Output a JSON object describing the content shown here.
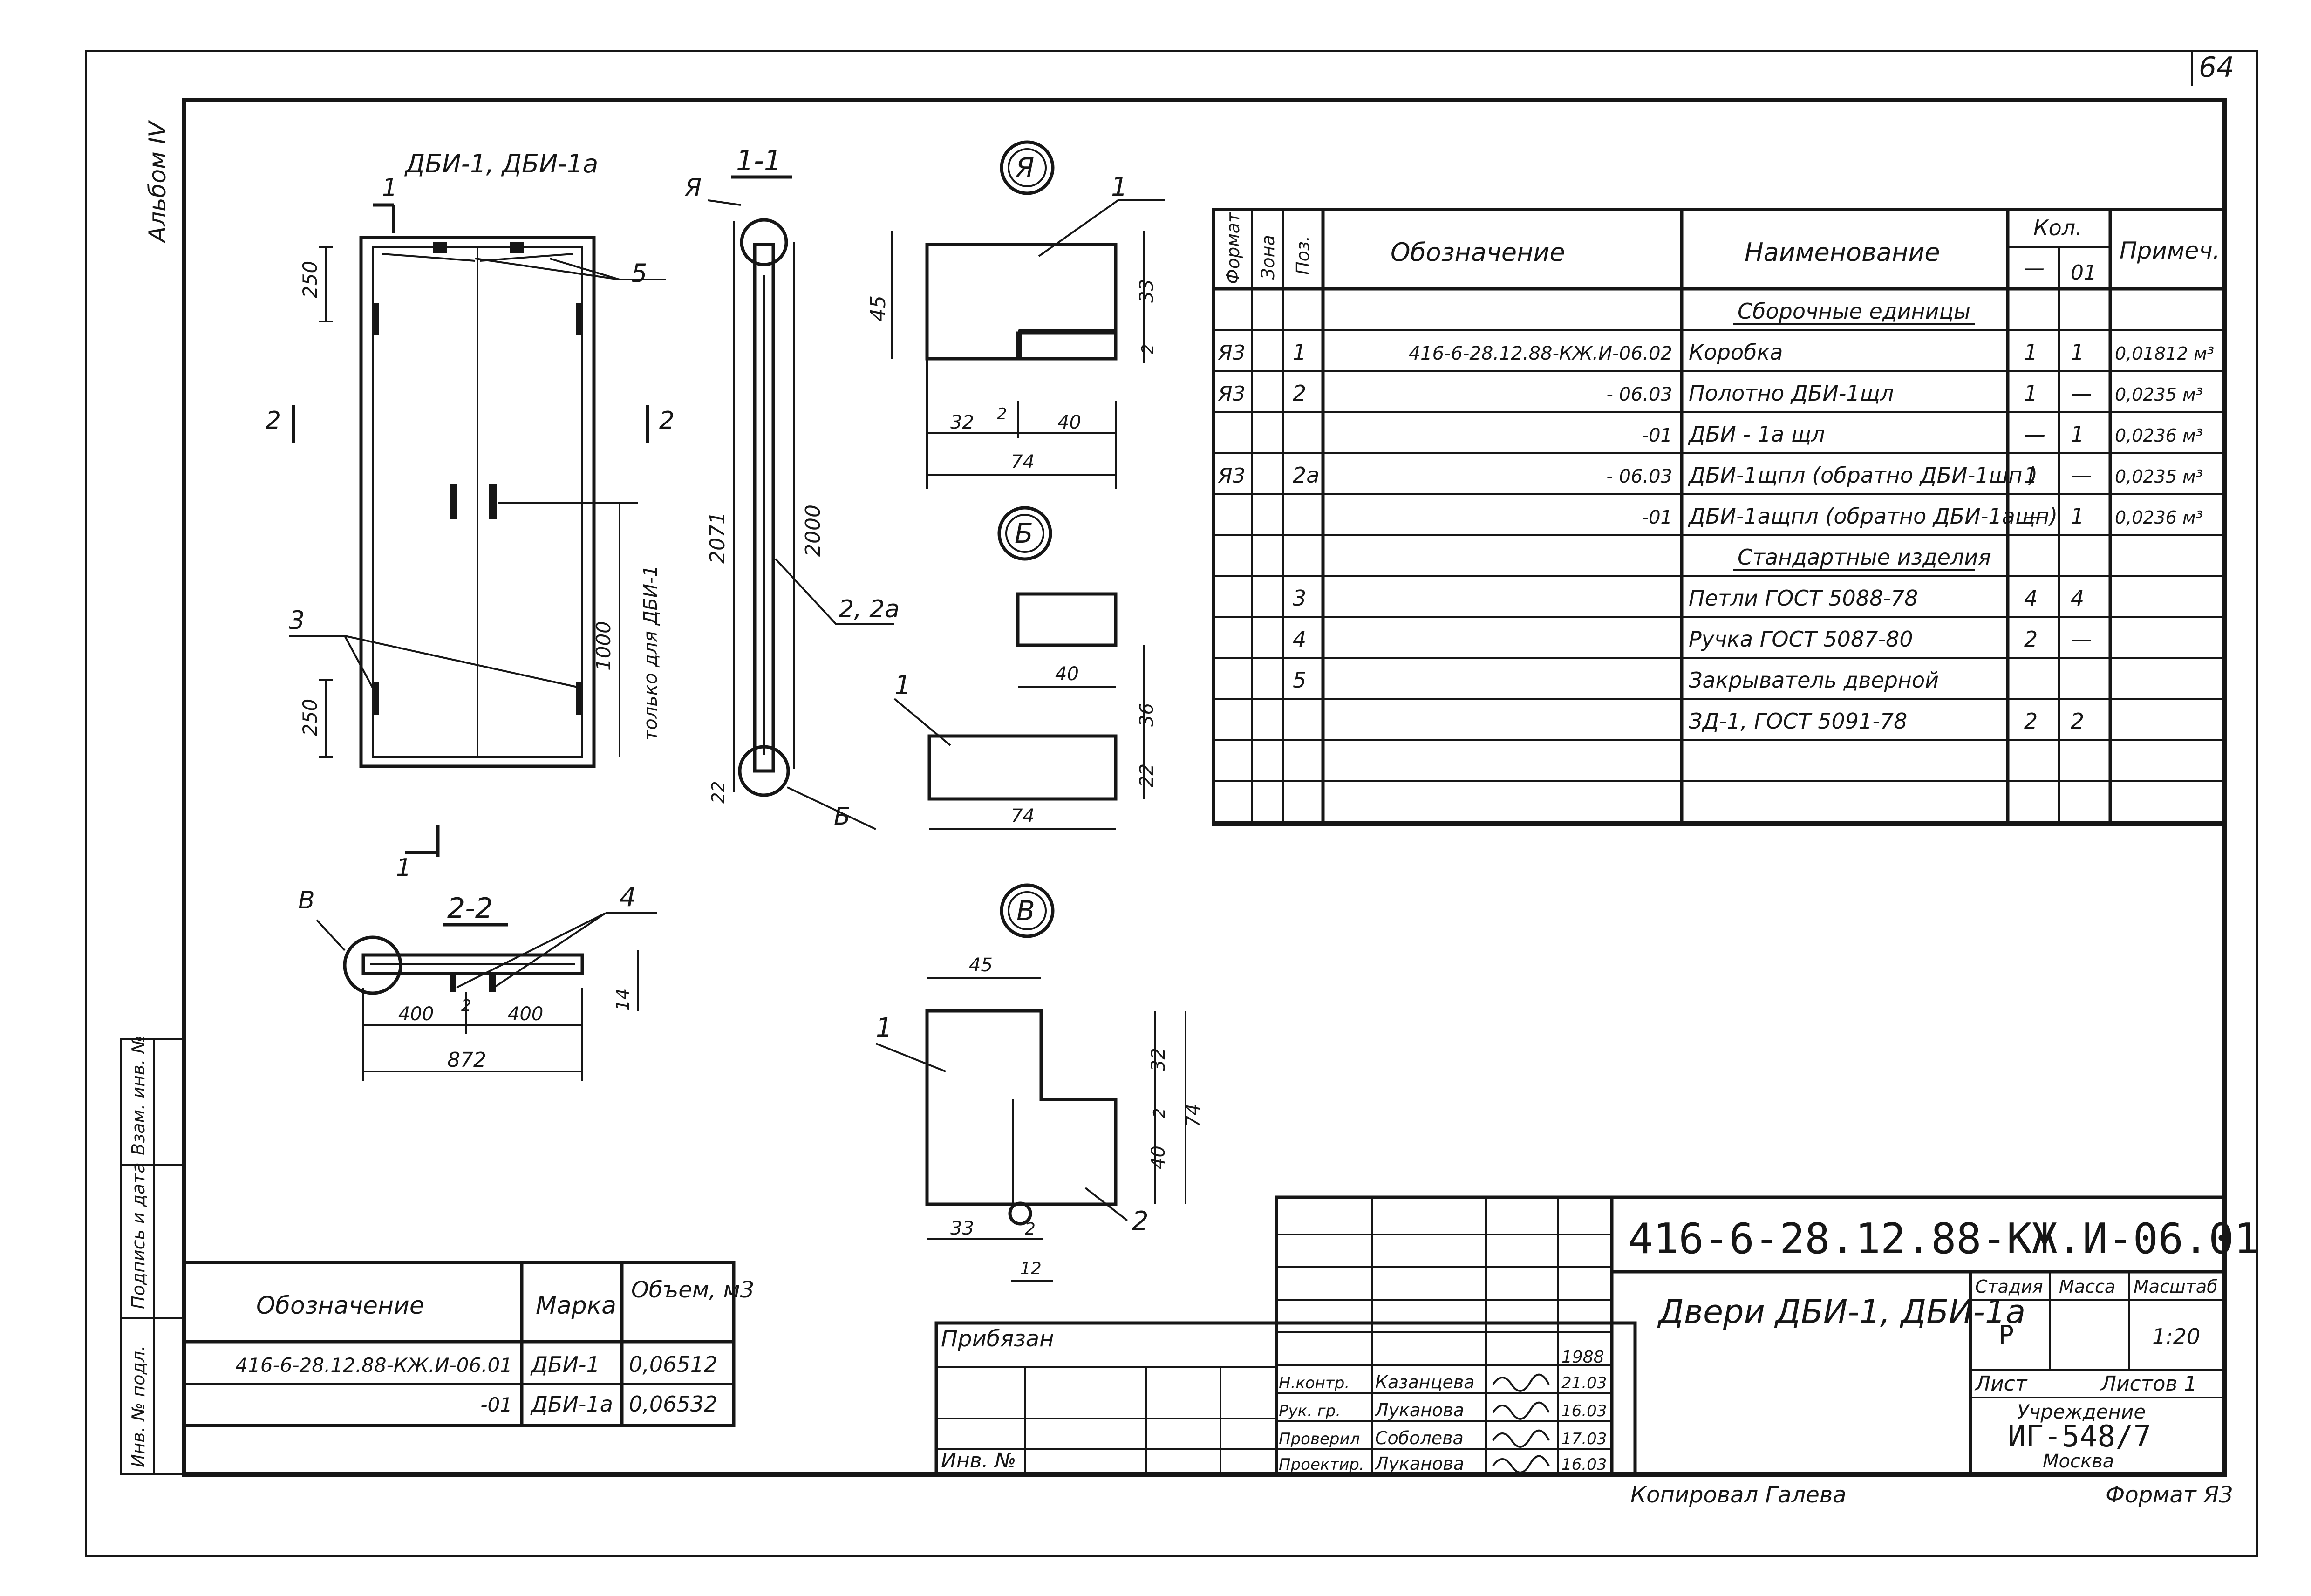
{
  "sheet_number": "64",
  "album_label": "Альбом IV",
  "left_stamp_labels": [
    "Инв. № подл.",
    "Подпись и дата",
    "Взам. инв. №"
  ],
  "door_view": {
    "title": "ДБИ-1, ДБИ-1а",
    "dims": {
      "hinge_top": "250",
      "hinge_bottom": "250",
      "handle_height": "1000",
      "handle_note": "только для ДБИ-1"
    },
    "cut_marks": [
      "1",
      "1",
      "2",
      "2"
    ],
    "callouts": [
      "5",
      "3"
    ]
  },
  "section_1_1": {
    "title": "1-1",
    "ref_a": "Я",
    "ref_b": "Б",
    "dims": [
      "2071",
      "2000",
      "22"
    ],
    "callout": "2, 2а"
  },
  "section_2_2": {
    "title": "2-2",
    "ref_v": "В",
    "dims": [
      "400",
      "2",
      "400",
      "872",
      "14"
    ],
    "callout": "4"
  },
  "detail_A": {
    "label": "Я",
    "dims": [
      "45",
      "33",
      "2",
      "32",
      "2",
      "40",
      "74"
    ],
    "callout": "1"
  },
  "detail_B": {
    "label": "Б",
    "dims": [
      "40",
      "36",
      "22",
      "74"
    ],
    "callout": "1"
  },
  "detail_V": {
    "label": "В",
    "dims": [
      "45",
      "32",
      "2",
      "40",
      "74",
      "33",
      "2",
      "12"
    ],
    "callouts": [
      "1",
      "2"
    ]
  },
  "spec_table": {
    "headers": {
      "format": "Формат",
      "zone": "Зона",
      "pos": "Поз.",
      "designation": "Обозначение",
      "name": "Наименование",
      "qty": "Кол.",
      "qty_a": "—",
      "qty_b": "01",
      "note": "Примеч."
    },
    "rows": [
      {
        "format": "",
        "pos": "",
        "designation": "",
        "name": "Сборочные единицы",
        "qa": "",
        "qb": "",
        "note": "",
        "underline": true
      },
      {
        "format": "Я3",
        "pos": "1",
        "designation": "416-6-28.12.88-КЖ.И-06.02",
        "name": "Коробка",
        "qa": "1",
        "qb": "1",
        "note": "0,01812 м³"
      },
      {
        "format": "Я3",
        "pos": "2",
        "designation": "- 06.03",
        "name": "Полотно    ДБИ-1щл",
        "qa": "1",
        "qb": "—",
        "note": "0,0235 м³"
      },
      {
        "format": "",
        "pos": "",
        "designation": "-01",
        "name": "ДБИ - 1а щл",
        "qa": "—",
        "qb": "1",
        "note": "0,0236 м³"
      },
      {
        "format": "Я3",
        "pos": "2а",
        "designation": "- 06.03",
        "name": "ДБИ-1щпл (обратно ДБИ-1шп )",
        "qa": "1",
        "qb": "—",
        "note": "0,0235 м³"
      },
      {
        "format": "",
        "pos": "",
        "designation": "-01",
        "name": "ДБИ-1ащпл (обратно ДБИ-1ащп)",
        "qa": "—",
        "qb": "1",
        "note": "0,0236 м³"
      },
      {
        "format": "",
        "pos": "",
        "designation": "",
        "name": "Стандартные изделия",
        "qa": "",
        "qb": "",
        "note": "",
        "underline": true
      },
      {
        "format": "",
        "pos": "3",
        "designation": "",
        "name": "Петли ГОСТ 5088-78",
        "qa": "4",
        "qb": "4",
        "note": ""
      },
      {
        "format": "",
        "pos": "4",
        "designation": "",
        "name": "Ручка ГОСТ 5087-80",
        "qa": "2",
        "qb": "—",
        "note": ""
      },
      {
        "format": "",
        "pos": "5",
        "designation": "",
        "name": "Закрыватель дверной",
        "qa": "",
        "qb": "",
        "note": ""
      },
      {
        "format": "",
        "pos": "",
        "designation": "",
        "name": "ЗД-1, ГОСТ 5091-78",
        "qa": "2",
        "qb": "2",
        "note": ""
      },
      {
        "format": "",
        "pos": "",
        "designation": "",
        "name": "",
        "qa": "",
        "qb": "",
        "note": ""
      },
      {
        "format": "",
        "pos": "",
        "designation": "",
        "name": "",
        "qa": "",
        "qb": "",
        "note": ""
      }
    ]
  },
  "marks_table": {
    "headers": {
      "designation": "Обозначение",
      "mark": "Марка",
      "volume": "Объем, м3"
    },
    "rows": [
      {
        "designation": "416-6-28.12.88-КЖ.И-06.01",
        "mark": "ДБИ-1",
        "volume": "0,06512"
      },
      {
        "designation": "-01",
        "mark": "ДБИ-1а",
        "volume": "0,06532"
      }
    ]
  },
  "title_block": {
    "doc_code": "416-6-28.12.88-КЖ.И-06.01",
    "title": "Двери ДБИ-1, ДБИ-1а",
    "stage_label": "Стадия",
    "mass_label": "Масса",
    "scale_label": "Масштаб",
    "stage": "Р",
    "scale": "1:20",
    "sheet_label": "Лист",
    "sheets_label": "Листов 1",
    "org_line1": "Учреждение",
    "org_line2": "ИГ-548/7",
    "org_line3": "Москва",
    "tied_label": "Прибязан",
    "inv_label": "Инв. №",
    "year": "1988",
    "signatures": [
      {
        "role": "Н.контр.",
        "name": "Казанцева",
        "date": "21.03"
      },
      {
        "role": "Рук. гр.",
        "name": "Луканова",
        "date": "16.03"
      },
      {
        "role": "Проверил",
        "name": "Соболева",
        "date": "17.03"
      },
      {
        "role": "Проектир.",
        "name": "Луканова",
        "date": "16.03"
      }
    ]
  },
  "copied_by": "Копировал Галева",
  "format_label": "Формат Я3"
}
